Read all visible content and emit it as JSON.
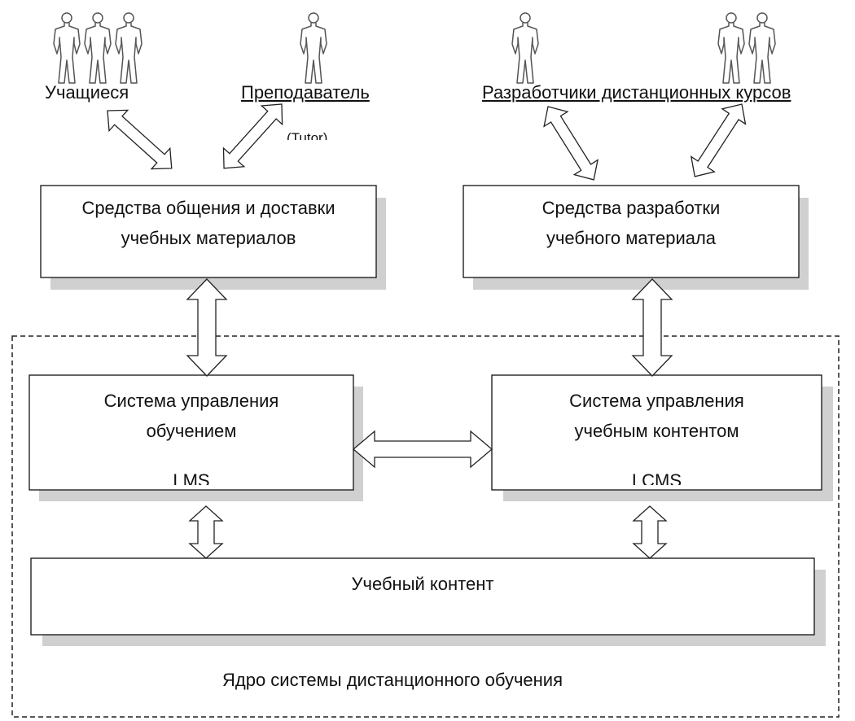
{
  "actors": {
    "students": "Учащиеся",
    "teacher": "Преподаватель",
    "tutor_note": "(Tutor)",
    "developers": "Разработчики дистанционных курсов"
  },
  "boxes": {
    "delivery": {
      "line1": "Средства общения и доставки",
      "line2": "учебных материалов"
    },
    "authoring": {
      "line1": "Средства разработки",
      "line2": "учебного материала"
    },
    "lms": {
      "line1": "Система управления",
      "line2": "обучением",
      "tag": "LMS"
    },
    "lcms": {
      "line1": "Система управления",
      "line2": "учебным контентом",
      "tag": "LCMS"
    },
    "content": {
      "label": "Учебный контент"
    }
  },
  "core_label": "Ядро системы дистанционного обучения"
}
